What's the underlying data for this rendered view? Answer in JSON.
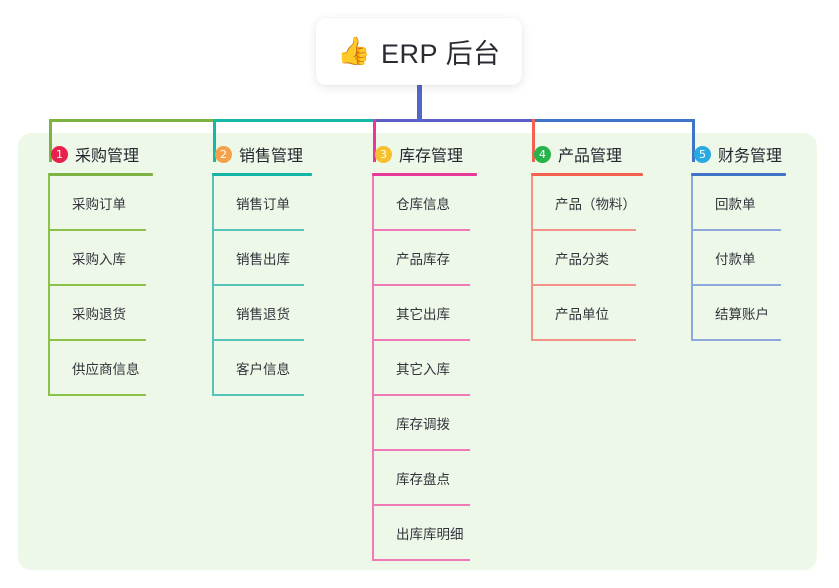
{
  "root": {
    "icon": "thumbs-up-emoji",
    "icon_glyph": "👍",
    "title": "ERP 后台"
  },
  "connector": {
    "trunk_color": "#5566c9",
    "segments": [
      {
        "color": "#7cb342"
      },
      {
        "color": "#14b8a6"
      },
      {
        "color": "#5b5fc7"
      },
      {
        "color": "#3f74c8"
      }
    ]
  },
  "panel": {
    "background": "#eef8e9"
  },
  "columns": [
    {
      "number": "1",
      "title": "采购管理",
      "badge_color": "#e8214d",
      "rule_color": "#7cb342",
      "line_color": "#8bc34a",
      "drop_color": "#7cb342",
      "items": [
        "采购订单",
        "采购入库",
        "采购退货",
        "供应商信息"
      ]
    },
    {
      "number": "2",
      "title": "销售管理",
      "badge_color": "#f5a04a",
      "rule_color": "#12b5a5",
      "line_color": "#56c4bb",
      "drop_color": "#14b8a6",
      "items": [
        "销售订单",
        "销售出库",
        "销售退货",
        "客户信息"
      ]
    },
    {
      "number": "3",
      "title": "库存管理",
      "badge_color": "#f6c02c",
      "rule_color": "#e8399a",
      "line_color": "#ef7ab6",
      "drop_color": "#e8399a",
      "items": [
        "仓库信息",
        "产品库存",
        "其它出库",
        "其它入库",
        "库存调拨",
        "库存盘点",
        "出库库明细"
      ]
    },
    {
      "number": "4",
      "title": "产品管理",
      "badge_color": "#26b34a",
      "rule_color": "#f4624f",
      "line_color": "#f5938a",
      "drop_color": "#f4624f",
      "items": [
        "产品（物料）",
        "产品分类",
        "产品单位"
      ]
    },
    {
      "number": "5",
      "title": "财务管理",
      "badge_color": "#29aae1",
      "rule_color": "#3f74c8",
      "line_color": "#8ca8dd",
      "drop_color": "#3f74c8",
      "items": [
        "回款单",
        "付款单",
        "结算账户"
      ]
    }
  ]
}
